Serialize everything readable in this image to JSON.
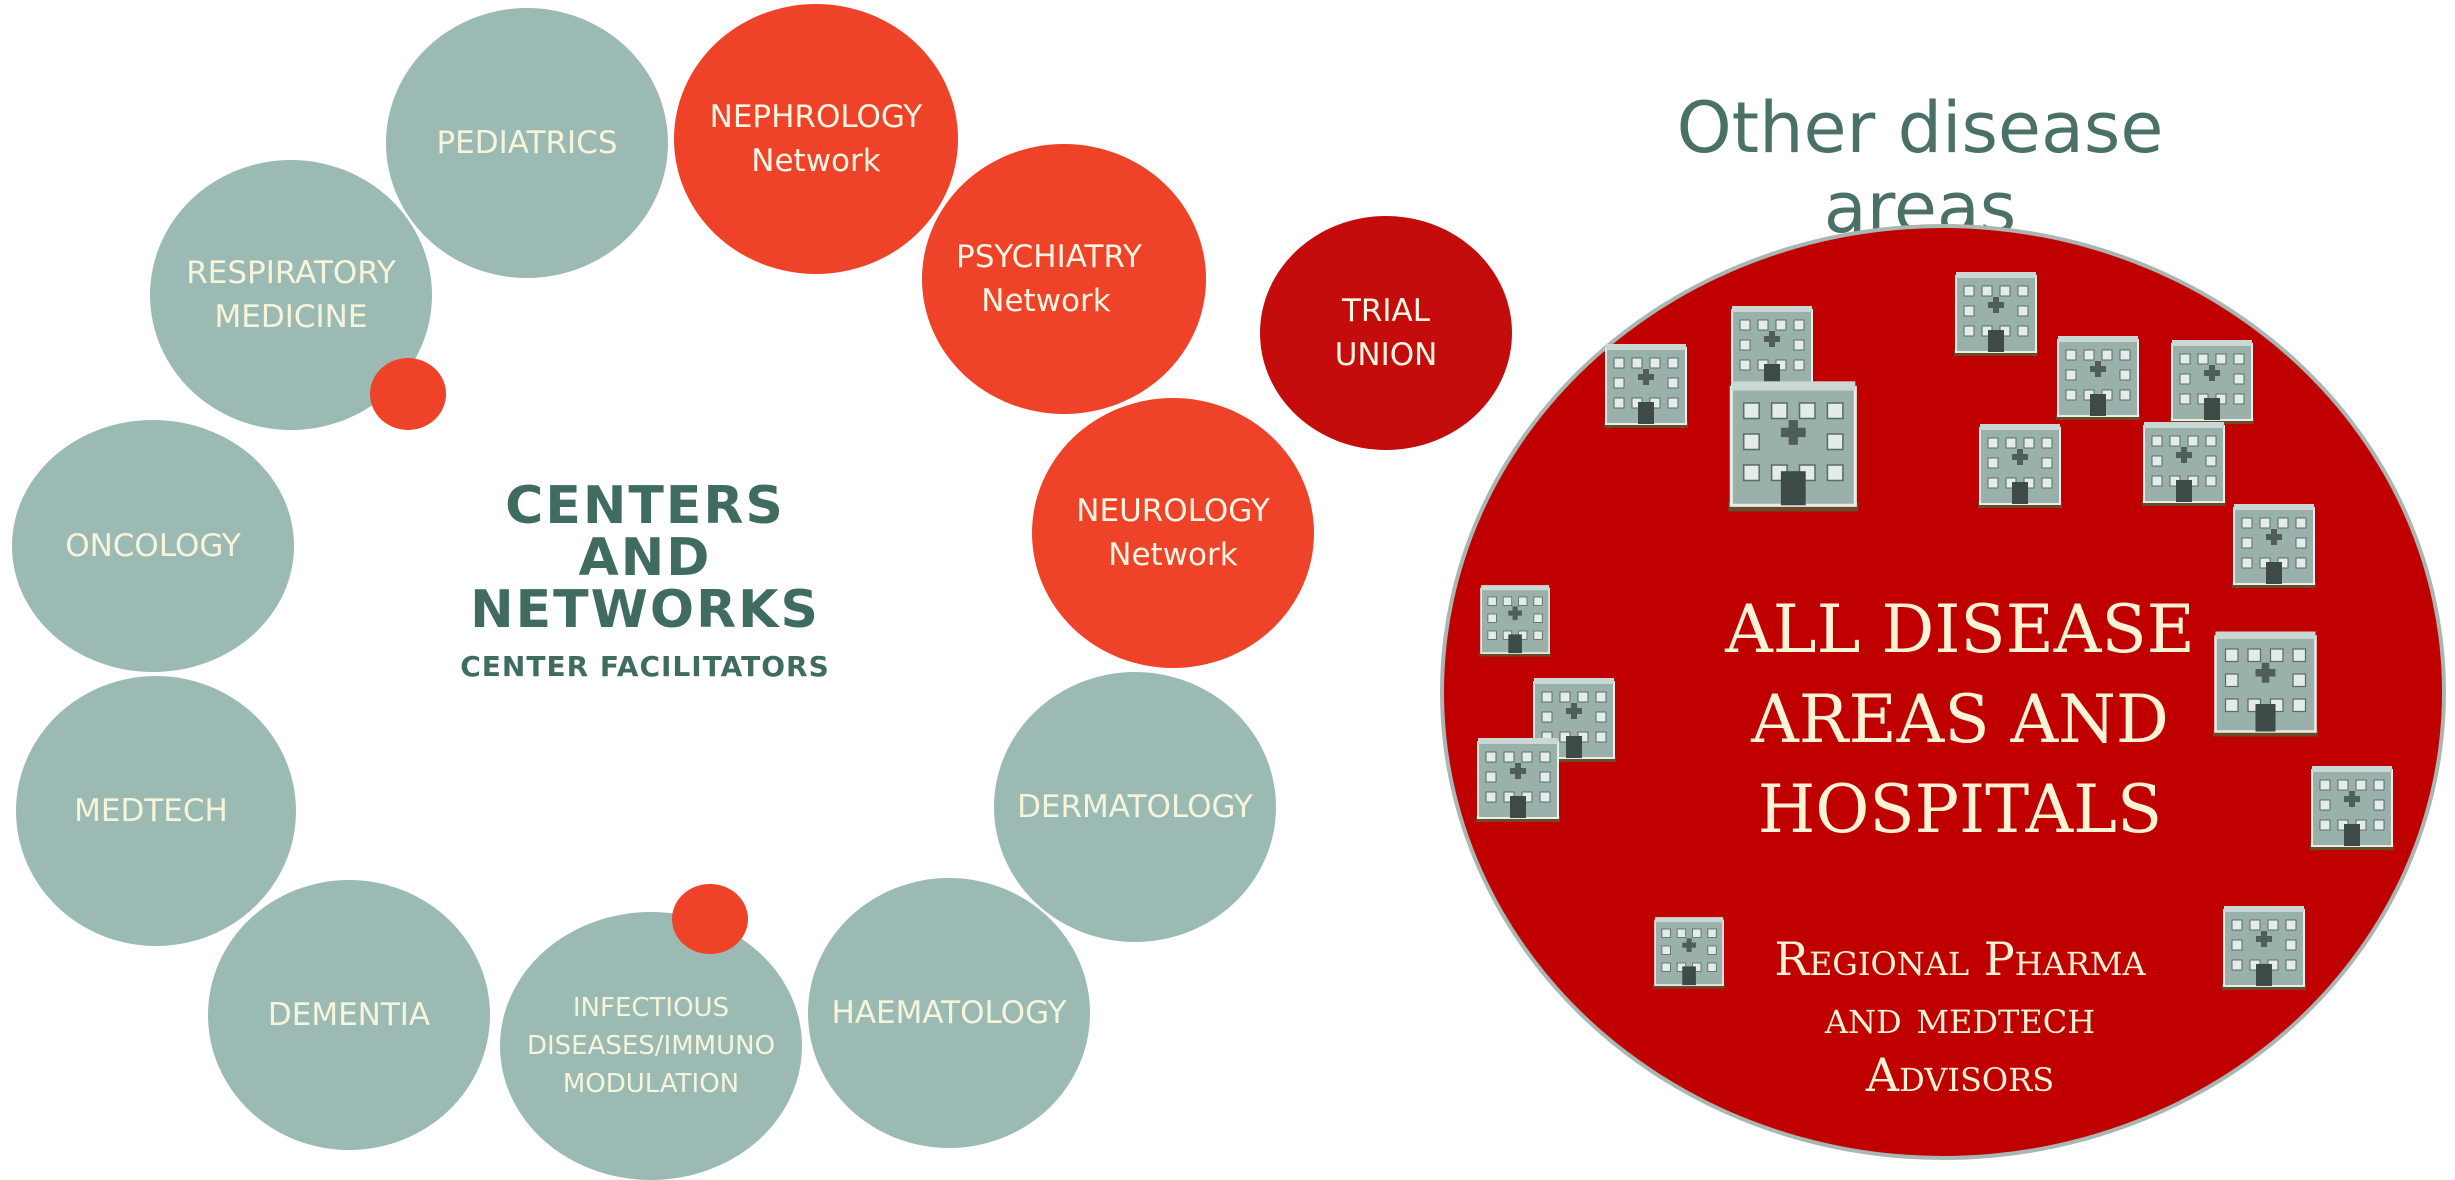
{
  "left_cluster": {
    "title_lines": [
      "CENTERS",
      "AND",
      "NETWORKS"
    ],
    "subtitle": "CENTER FACILITATORS",
    "nodes": {
      "pediatrics": "PEDIATRICS",
      "respiratory": [
        "RESPIRATORY",
        "MEDICINE"
      ],
      "oncology": "ONCOLOGY",
      "medtech": "MEDTECH",
      "dementia": "DEMENTIA",
      "infectious": [
        "INFECTIOUS",
        "DISEASES/IMMUNO",
        "MODULATION"
      ],
      "haematology": "HAEMATOLOGY",
      "dermatology": "DERMATOLOGY",
      "nephrology": [
        "NEPHROLOGY",
        "Network"
      ],
      "psychiatry": [
        "PSYCHIATRY",
        "Network"
      ],
      "neurology": [
        "NEUROLOGY",
        "Network"
      ],
      "trial_union": [
        "TRIAL",
        "UNION"
      ]
    }
  },
  "right_cluster": {
    "title": "Other disease areas",
    "main_lines": [
      "All Disease",
      "areas and",
      "hospitals"
    ],
    "footer_lines": [
      "Regional Pharma",
      "and medtech",
      "Advisors"
    ]
  },
  "colors": {
    "teal": "#9bbab3",
    "orange": "#ee4229",
    "dark_red": "#c40c0c",
    "big_circle": "#c00000",
    "title_green": "#3f6b61"
  },
  "icons": {
    "hospital": "hospital-building-icon"
  }
}
